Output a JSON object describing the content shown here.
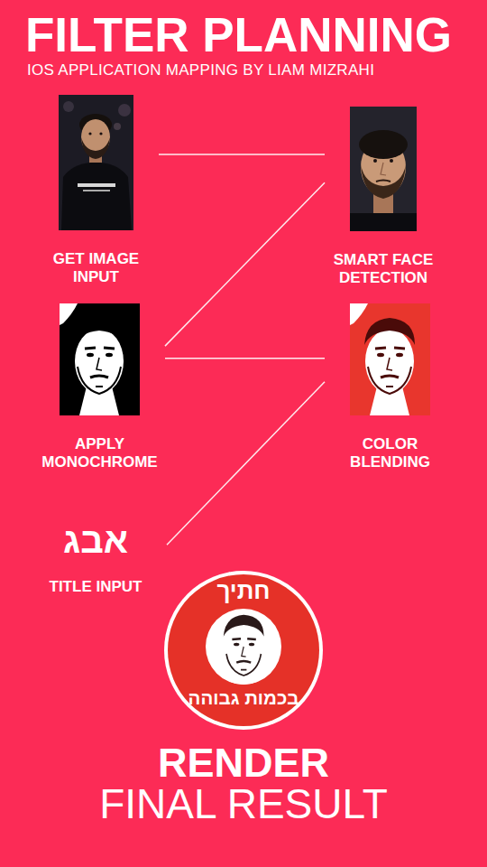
{
  "diagram": {
    "title": "FILTER PLANNING",
    "nodes": [
      {
        "text": [
          "GET IMAGE INPUT"
        ]
      },
      {
        "text": [
          "SMART FACE DETECTION"
        ]
      },
      {
        "text": [
          "APPLY MONOCHROME"
        ]
      },
      {
        "text": [
          "COLOR BLENDING"
        ]
      },
      {
        "text": [
          "אבג",
          "TITLE INPUT"
        ]
      },
      {
        "text": [
          "חתיך",
          "בכמות גבוהה",
          "RENDER",
          "FINAL RESULT"
        ]
      }
    ],
    "edges": [
      {
        "from": 0,
        "to": 1,
        "arrow": "none"
      },
      {
        "from": 1,
        "to": 2,
        "arrow": "none"
      },
      {
        "from": 2,
        "to": 3,
        "arrow": "none"
      },
      {
        "from": 3,
        "to": 4,
        "arrow": "none"
      }
    ],
    "labels": [
      "IOS APPLICATION MAPPING BY LIAM MIZRAHI"
    ]
  }
}
